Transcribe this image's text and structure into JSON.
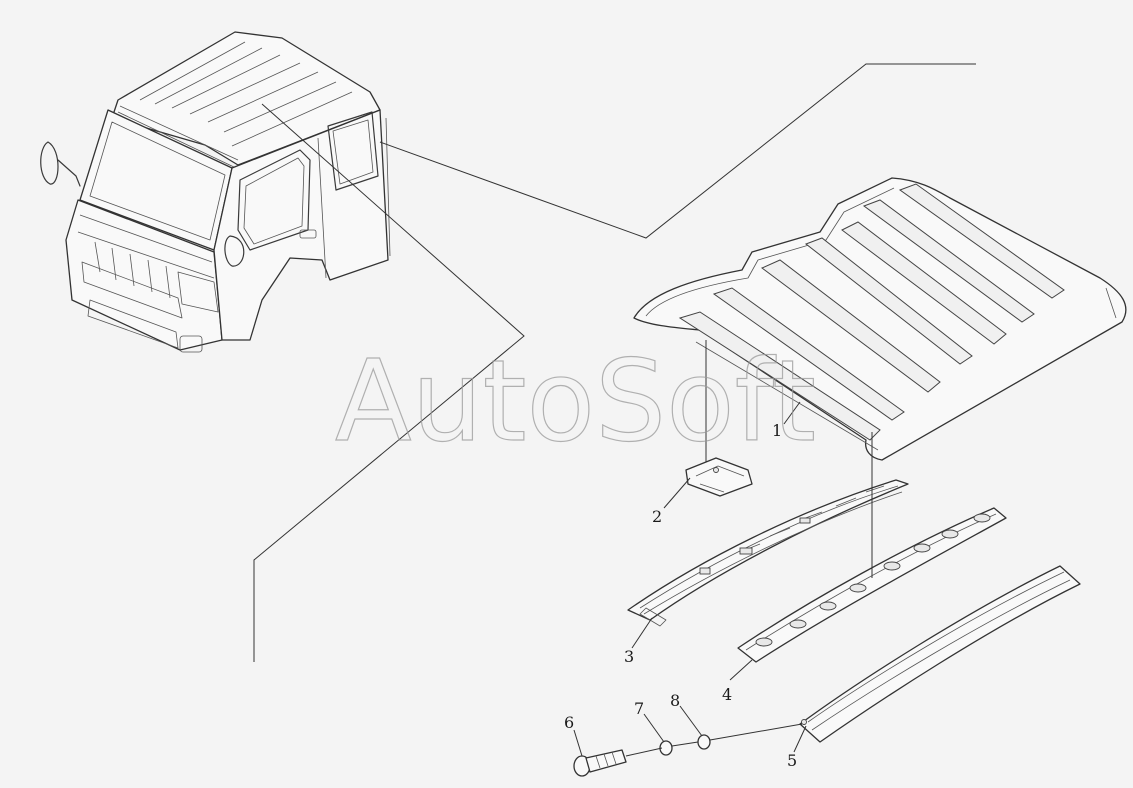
{
  "watermark": "AutoSoft",
  "callouts": [
    {
      "id": "1",
      "label": "1"
    },
    {
      "id": "2",
      "label": "2"
    },
    {
      "id": "3",
      "label": "3"
    },
    {
      "id": "4",
      "label": "4"
    },
    {
      "id": "5",
      "label": "5"
    },
    {
      "id": "6",
      "label": "6"
    },
    {
      "id": "7",
      "label": "7"
    },
    {
      "id": "8",
      "label": "8"
    }
  ],
  "colors": {
    "line": "#333333",
    "background": "#f4f4f4",
    "watermark": "#9a9a9a"
  }
}
